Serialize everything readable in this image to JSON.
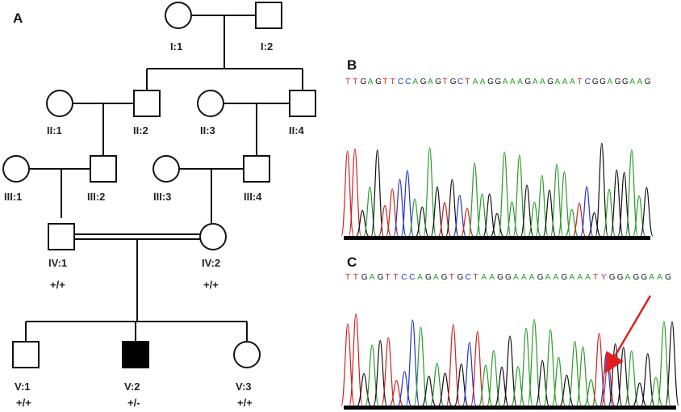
{
  "panels": {
    "a": "A",
    "b": "B",
    "c": "C"
  },
  "pedigree": {
    "labels": {
      "I1": "I:1",
      "I2": "I:2",
      "II1": "II:1",
      "II2": "II:2",
      "II3": "II:3",
      "II4": "II:4",
      "III1": "III:1",
      "III2": "III:2",
      "III3": "III:3",
      "III4": "III:4",
      "IV1": "IV:1",
      "IV2": "IV:2",
      "V1": "V:1",
      "V2": "V:2",
      "V3": "V:3"
    },
    "genotypes": {
      "IV1": "+/+",
      "IV2": "+/+",
      "V1": "+/+",
      "V2": "+/-",
      "V3": "+/+"
    }
  },
  "sequences": {
    "b": "TTGAGTTCCAGAGTGCTAAGGAAAGAAGAAATCGGAGGAAG",
    "c": "TTGAGTTCCAGAGTGCTAAGGAAAGAAGAAATYGGAGGAAG"
  },
  "colors": {
    "A": "#2a9a2a",
    "C": "#2233cc",
    "G": "#111111",
    "T": "#cc2222",
    "Y": "#8833aa",
    "arrow": "#e02020",
    "affected": "#000000"
  }
}
